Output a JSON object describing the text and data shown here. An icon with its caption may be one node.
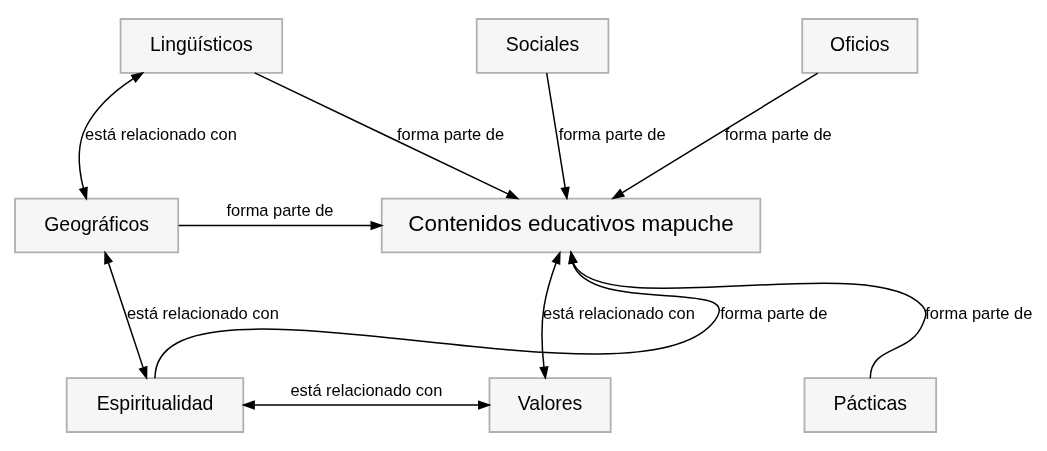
{
  "diagram": {
    "nodes": [
      {
        "text": [
          "Lingüísticos"
        ]
      },
      {
        "text": [
          "Sociales"
        ]
      },
      {
        "text": [
          "Oficios"
        ]
      },
      {
        "text": [
          "Geográficos"
        ]
      },
      {
        "text": [
          "Contenidos educativos mapuche"
        ]
      },
      {
        "text": [
          "Espiritualidad"
        ]
      },
      {
        "text": [
          "Valores"
        ]
      },
      {
        "text": [
          "Pácticas"
        ]
      }
    ],
    "edges": [
      {
        "from": 0,
        "to": 4,
        "arrow": "to",
        "label": "forma parte de"
      },
      {
        "from": 1,
        "to": 4,
        "arrow": "to",
        "label": "forma parte de"
      },
      {
        "from": 2,
        "to": 4,
        "arrow": "to",
        "label": "forma parte de"
      },
      {
        "from": 0,
        "to": 3,
        "arrow": "both",
        "label": "está relacionado con"
      },
      {
        "from": 3,
        "to": 4,
        "arrow": "to",
        "label": "forma parte de"
      },
      {
        "from": 3,
        "to": 5,
        "arrow": "both",
        "label": "está relacionado con"
      },
      {
        "from": 5,
        "to": 4,
        "arrow": "to",
        "label": "forma parte de"
      },
      {
        "from": 4,
        "to": 6,
        "arrow": "both",
        "label": "está relacionado con"
      },
      {
        "from": 7,
        "to": 4,
        "arrow": "to",
        "label": "forma parte de"
      },
      {
        "from": 5,
        "to": 6,
        "arrow": "both",
        "label": "está relacionado con"
      }
    ]
  }
}
